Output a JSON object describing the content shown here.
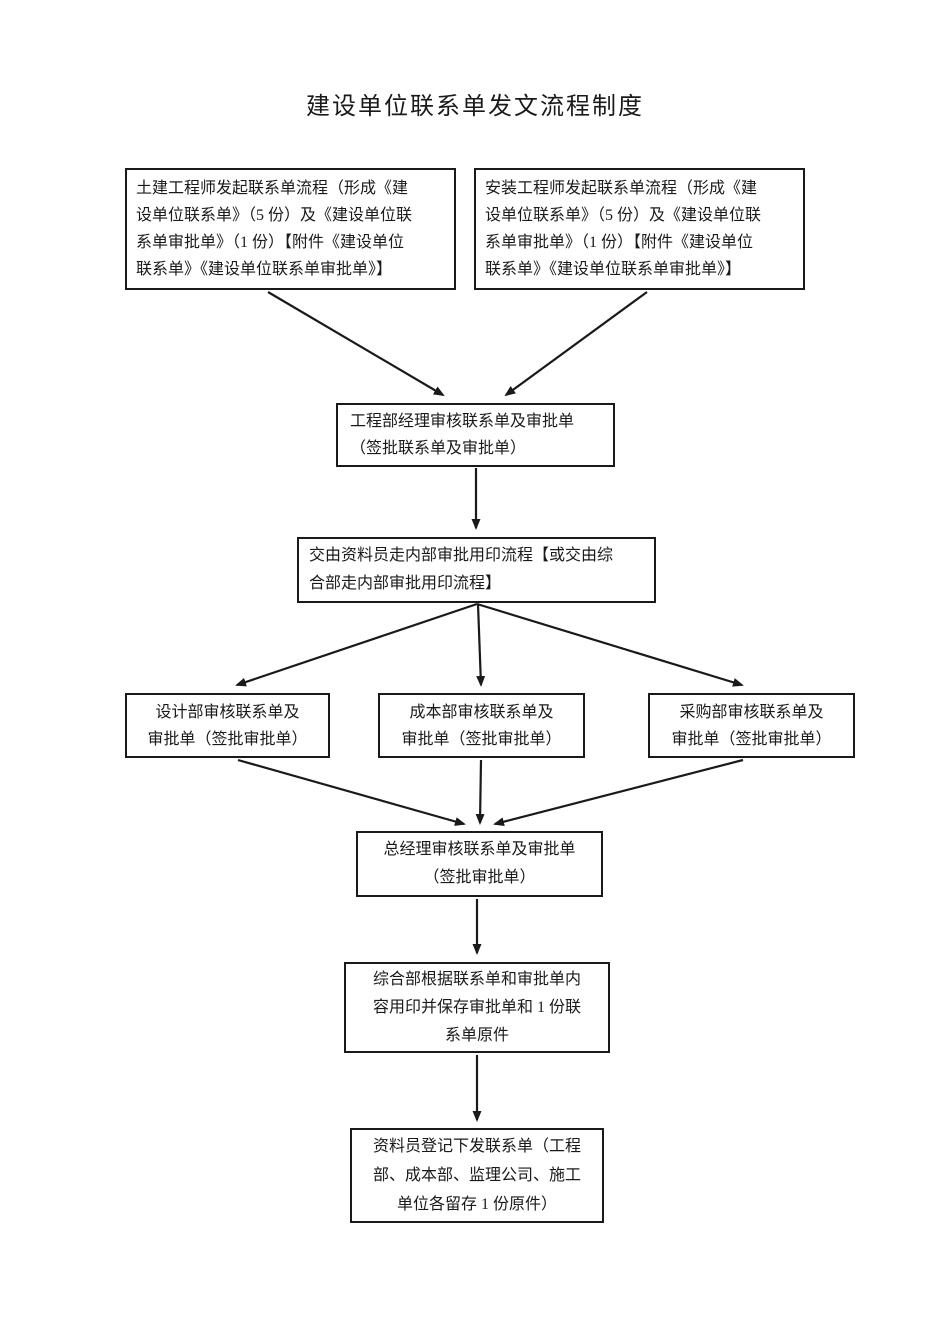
{
  "title": "建设单位联系单发文流程制度",
  "colors": {
    "ink": "#1a1a1a",
    "page_background": "#ffffff"
  },
  "nodes": {
    "civil_engineer": {
      "text": "土建工程师发起联系单流程（形成《建\n设单位联系单》（5 份）及《建设单位联\n系单审批单》（1 份）【附件《建设单位\n联系单》《建设单位联系单审批单》】"
    },
    "install_engineer": {
      "text": "安装工程师发起联系单流程（形成《建\n设单位联系单》（5 份）及《建设单位联\n系单审批单》（1 份）【附件《建设单位\n联系单》《建设单位联系单审批单》】"
    },
    "engineering_manager": {
      "text": "工程部经理审核联系单及审批单\n（签批联系单及审批单）"
    },
    "internal_approval": {
      "text": "交由资料员走内部审批用印流程【或交由综\n合部走内部审批用印流程】"
    },
    "design_dept": {
      "text": "设计部审核联系单及\n审批单（签批审批单）"
    },
    "cost_dept": {
      "text": "成本部审核联系单及\n审批单（签批审批单）"
    },
    "procurement_dept": {
      "text": "采购部审核联系单及\n审批单（签批审批单）"
    },
    "general_manager": {
      "text": "总经理审核联系单及审批单\n（签批审批单）"
    },
    "admin_dept_seal": {
      "text": "综合部根据联系单和审批单内\n容用印并保存审批单和 1 份联\n系单原件"
    },
    "data_clerk_distribute": {
      "text": "资料员登记下发联系单（工程\n部、成本部、监理公司、施工\n单位各留存 1 份原件）"
    }
  }
}
